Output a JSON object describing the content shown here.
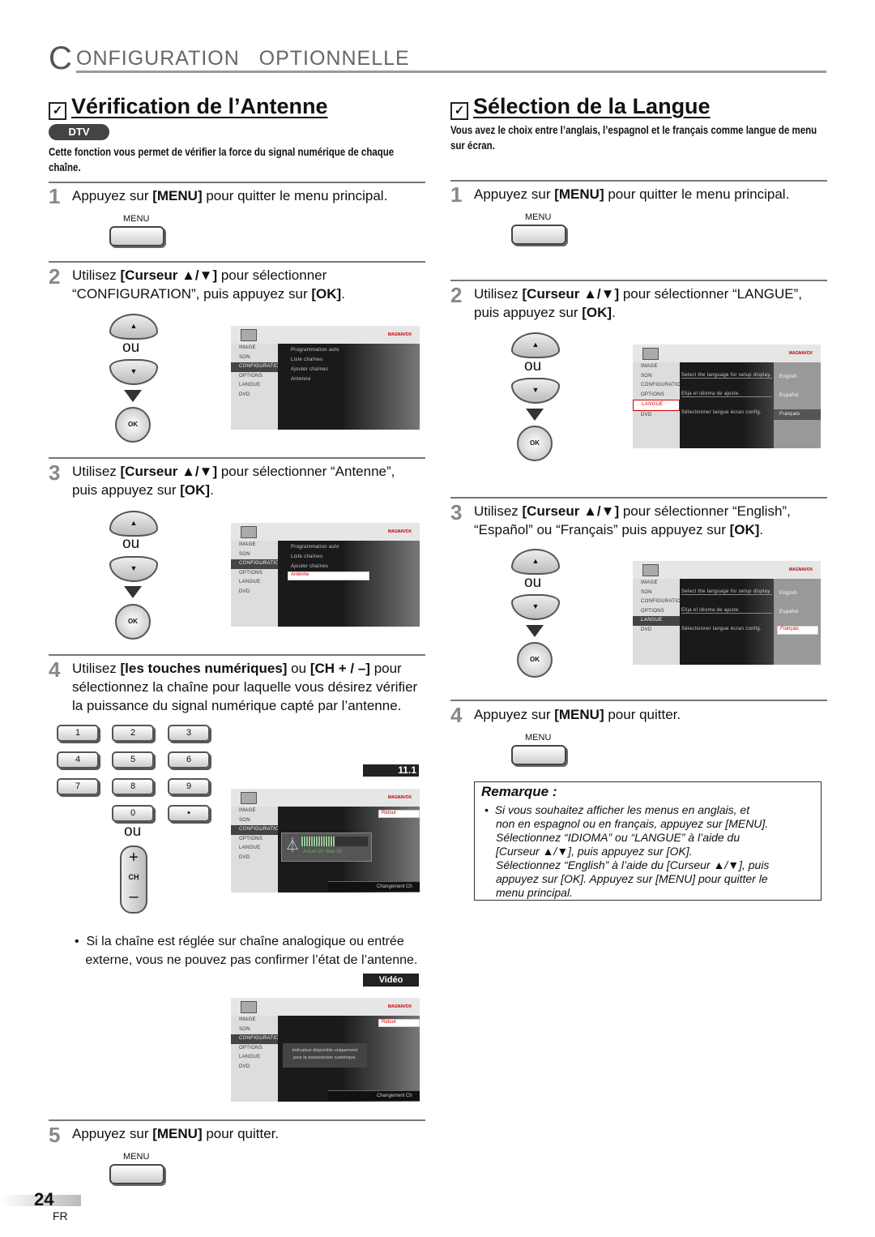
{
  "header": {
    "initial": "C",
    "rest": "ONFIGURATION   OPTIONNELLE"
  },
  "left": {
    "title": "Vérification de l’Antenne",
    "badge": "DTV",
    "intro": "Cette fonction vous permet de vérifier la force du signal numérique de chaque chaîne.",
    "step1": {
      "num": "1",
      "pre": "Appuyez sur ",
      "key": "[MENU]",
      "post": " pour quitter le menu principal."
    },
    "step2": {
      "num": "2",
      "pre": "Utilisez ",
      "key": "[Curseur ▲/▼]",
      "post": " pour sélectionner",
      "line2_pre": "“CONFIGURATION”, puis appuyez sur ",
      "line2_key": "[OK]",
      "line2_post": "."
    },
    "step3": {
      "num": "3",
      "pre": "Utilisez ",
      "key": "[Curseur ▲/▼]",
      "post": " pour sélectionner “Antenne”,",
      "line2_pre": "puis appuyez sur ",
      "line2_key": "[OK]",
      "line2_post": "."
    },
    "step4": {
      "num": "4",
      "pre": "Utilisez ",
      "key": "[les touches numériques]",
      "mid": " ou ",
      "key2": "[CH + / –]",
      "post": " pour",
      "line2": "sélectionnez la chaîne pour laquelle vous désirez vérifier",
      "line3": "la puissance du signal numérique capté par l’antenne."
    },
    "bullet": "Si la chaîne est réglée sur chaîne analogique ou entrée",
    "bullet2": "externe, vous ne pouvez pas confirmer l’état de l’antenne.",
    "step5": {
      "num": "5",
      "pre": "Appuyez sur ",
      "key": "[MENU]",
      "post": " pour quitter."
    },
    "channel_badge": "11.1",
    "video_badge": "Vidéo",
    "screen_menu": [
      "Programmation auto",
      "Liste chaînes",
      "Ajouter chaînes",
      "Antenne"
    ],
    "retour": "Retour",
    "signal": {
      "actuel_label": "Actuel",
      "actuel": "50",
      "max_label": "Max",
      "max": "50",
      "level": 0.5
    },
    "changement": "Changement Ch",
    "indicator": [
      "Indicateur disponible uniquement",
      "pour la transmission numérique."
    ]
  },
  "right": {
    "title": "Sélection de la Langue",
    "intro": "Vous avez le choix entre l’anglais, l’espagnol et le français comme langue de menu sur écran.",
    "step1": {
      "num": "1",
      "pre": "Appuyez sur ",
      "key": "[MENU]",
      "post": " pour quitter le menu principal."
    },
    "step2": {
      "num": "2",
      "pre": "Utilisez ",
      "key": "[Curseur ▲/▼]",
      "post": " pour sélectionner “LANGUE”,",
      "line2_pre": "puis appuyez sur ",
      "line2_key": "[OK]",
      "line2_post": "."
    },
    "step3": {
      "num": "3",
      "pre": "Utilisez ",
      "key": "[Curseur ▲/▼]",
      "post": " pour sélectionner “English”,",
      "line2_pre": "“Español” ou “Français” puis appuyez sur ",
      "line2_key": "[OK]",
      "line2_post": "."
    },
    "step4": {
      "num": "4",
      "pre": "Appuyez sur ",
      "key": "[MENU]",
      "post": " pour quitter."
    },
    "lang_prompts": [
      "Select the language for setup display.",
      "Elija el idioma de ajuste.",
      "Sélectionner langue écran config."
    ],
    "lang_options": [
      "English",
      "Español",
      "Français"
    ],
    "remark": {
      "title": "Remarque :",
      "lines": [
        "Si vous souhaitez afficher les menus en anglais, et",
        "non en espagnol ou en français, appuyez sur [MENU].",
        "Sélectionnez “IDIOMA” ou “LANGUE” à l’aide du",
        "[Curseur ▲/▼], puis appuyez sur [OK].",
        "Sélectionnez “English” à l’aide du [Curseur ▲/▼], puis",
        "appuyez sur [OK]. Appuyez sur [MENU] pour quitter le",
        "menu principal."
      ]
    }
  },
  "common": {
    "menu_label": "MENU",
    "ou": "ou",
    "ok": "OK",
    "ch": "CH",
    "plus": "+",
    "minus": "–",
    "screen_logo": "MAGNAVOX",
    "side_menu": [
      "IMAGE",
      "SON",
      "CONFIGURATION",
      "OPTIONS",
      "LANGUE",
      "DVD"
    ],
    "numkeys": [
      "1",
      "2",
      "3",
      "4",
      "5",
      "6",
      "7",
      "8",
      "9",
      "0",
      "•"
    ]
  },
  "footer": {
    "page": "24",
    "lang": "FR"
  }
}
